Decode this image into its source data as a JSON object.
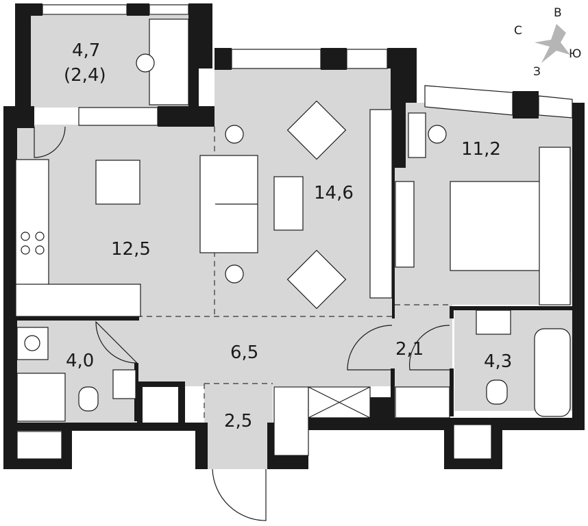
{
  "plan": {
    "rooms": [
      {
        "id": "balcony",
        "area": "4,7",
        "sub_area": "(2,4)"
      },
      {
        "id": "kitchen",
        "area": "12,5"
      },
      {
        "id": "living",
        "area": "14,6"
      },
      {
        "id": "bedroom",
        "area": "11,2"
      },
      {
        "id": "bathroom-left",
        "area": "4,0"
      },
      {
        "id": "hall",
        "area": "6,5"
      },
      {
        "id": "corridor",
        "area": "2,1"
      },
      {
        "id": "bathroom-right",
        "area": "4,3"
      },
      {
        "id": "entrance",
        "area": "2,5"
      }
    ],
    "compass": {
      "north": "С",
      "east": "В",
      "south": "Ю",
      "west": "З"
    },
    "colors": {
      "wall": "#1a1a1a",
      "floor": "#d7d7d7",
      "fixture": "#ffffff"
    }
  }
}
